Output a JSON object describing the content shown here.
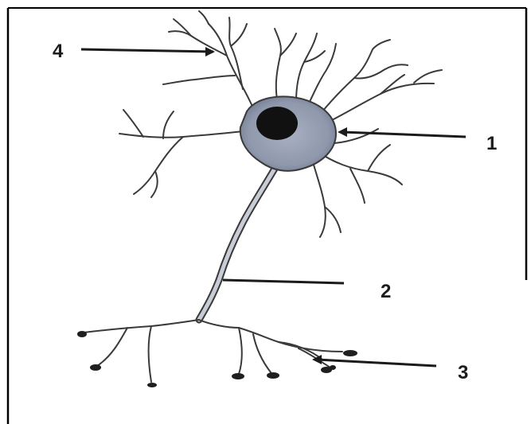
{
  "diagram": {
    "labels": [
      {
        "id": "label-1",
        "text": "1"
      },
      {
        "id": "label-2",
        "text": "2"
      },
      {
        "id": "label-3",
        "text": "3"
      },
      {
        "id": "label-4",
        "text": "4"
      }
    ],
    "colors": {
      "ink": "#2f2f2f",
      "cell_body_fill": "#8f98ac",
      "nucleus_fill": "#111111",
      "frame": "#000000",
      "background": "#ffffff"
    }
  }
}
